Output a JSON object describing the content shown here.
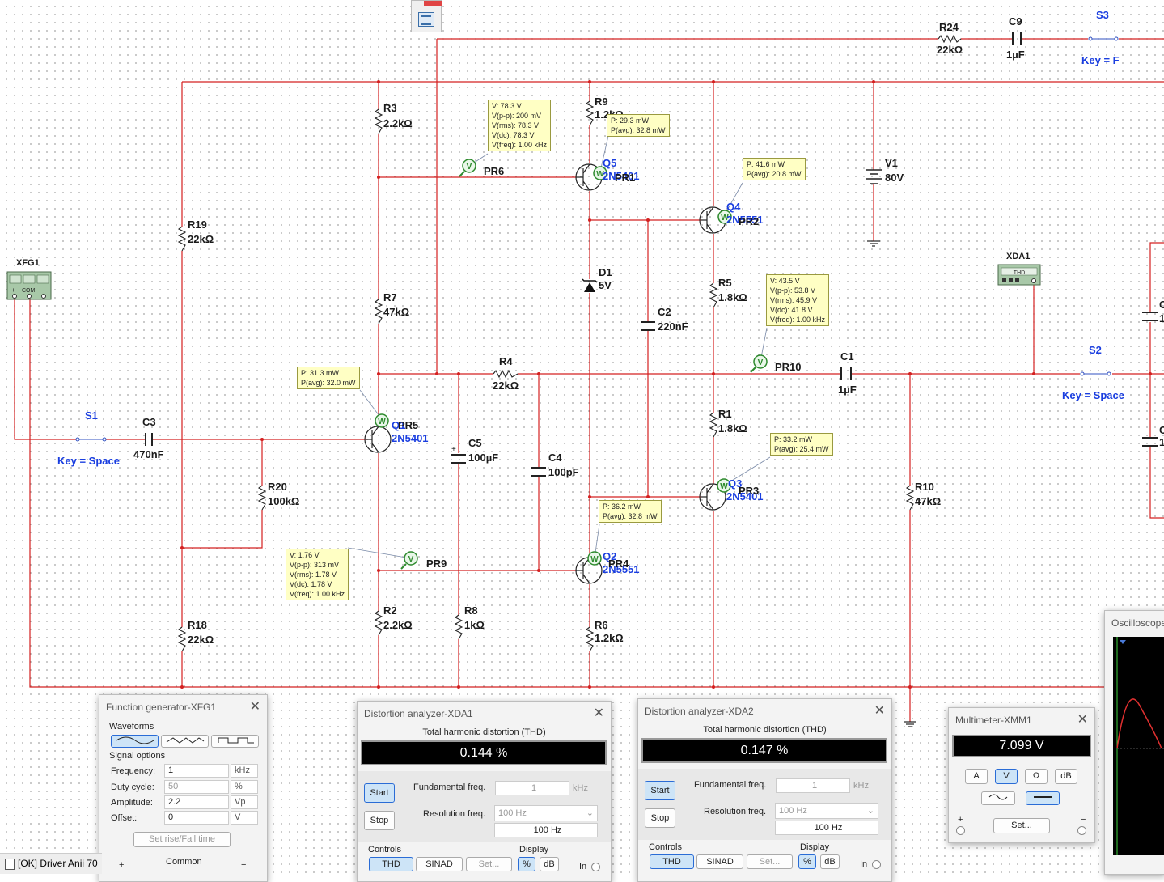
{
  "components": {
    "resistors": [
      {
        "ref": "R24",
        "value": "22kΩ"
      },
      {
        "ref": "R3",
        "value": "2.2kΩ"
      },
      {
        "ref": "R9",
        "value": "1.2kΩ"
      },
      {
        "ref": "R19",
        "value": "22kΩ"
      },
      {
        "ref": "R7",
        "value": "47kΩ"
      },
      {
        "ref": "R5",
        "value": "1.8kΩ"
      },
      {
        "ref": "R4",
        "value": "22kΩ"
      },
      {
        "ref": "R1",
        "value": "1.8kΩ"
      },
      {
        "ref": "R20",
        "value": "100kΩ"
      },
      {
        "ref": "R10",
        "value": "47kΩ"
      },
      {
        "ref": "R18",
        "value": "22kΩ"
      },
      {
        "ref": "R2",
        "value": "2.2kΩ"
      },
      {
        "ref": "R8",
        "value": "1kΩ"
      },
      {
        "ref": "R6",
        "value": "1.2kΩ"
      }
    ],
    "capacitors": [
      {
        "ref": "C9",
        "value": "1µF"
      },
      {
        "ref": "C2",
        "value": "220nF"
      },
      {
        "ref": "C1",
        "value": "1µF"
      },
      {
        "ref": "C3",
        "value": "470nF"
      },
      {
        "ref": "C5",
        "value": "100µF"
      },
      {
        "ref": "C4",
        "value": "100pF"
      },
      {
        "ref": "C",
        "value": "1"
      }
    ],
    "transistors": [
      {
        "ref": "Q5",
        "model": "2N5401",
        "probe": "PR1"
      },
      {
        "ref": "Q4",
        "model": "2N5551",
        "probe": "PR2"
      },
      {
        "ref": "Q1",
        "model": "2N5401",
        "probe": "PR5"
      },
      {
        "ref": "Q3",
        "model": "2N5401",
        "probe": "PR3"
      },
      {
        "ref": "Q2",
        "model": "2N5551",
        "probe": "PR4"
      }
    ],
    "diode": {
      "ref": "D1",
      "value": "5V"
    },
    "source": {
      "ref": "V1",
      "value": "80V"
    },
    "switches": [
      {
        "ref": "S3",
        "key": "Key = F"
      },
      {
        "ref": "S2",
        "key": "Key = Space"
      },
      {
        "ref": "S1",
        "key": "Key = Space"
      }
    ],
    "voltage_probes": [
      "PR6",
      "PR10",
      "PR9"
    ],
    "instruments": {
      "fgen": "XFG1",
      "fgen_com": "COM",
      "thd": "XDA1",
      "thd_label": "THD"
    }
  },
  "probes": {
    "pr6": [
      "V: 78.3 V",
      "V(p-p): 200 mV",
      "V(rms): 78.3 V",
      "V(dc): 78.3 V",
      "V(freq): 1.00 kHz"
    ],
    "pr1": [
      "P: 29.3 mW",
      "P(avg): 32.8 mW"
    ],
    "pr2": [
      "P: 41.6 mW",
      "P(avg): 20.8 mW"
    ],
    "pr10": [
      "V: 43.5 V",
      "V(p-p): 53.8 V",
      "V(rms): 45.9 V",
      "V(dc): 41.8 V",
      "V(freq): 1.00 kHz"
    ],
    "pr5": [
      "P: 31.3 mW",
      "P(avg): 32.0 mW"
    ],
    "pr3": [
      "P: 33.2 mW",
      "P(avg): 25.4 mW"
    ],
    "pr4": [
      "P: 36.2 mW",
      "P(avg): 32.8 mW"
    ],
    "pr9": [
      "V: 1.76 V",
      "V(p-p): 313 mV",
      "V(rms): 1.78 V",
      "V(dc): 1.78 V",
      "V(freq): 1.00 kHz"
    ]
  },
  "fgen": {
    "title": "Function generator-XFG1",
    "waveforms_label": "Waveforms",
    "signal_options_label": "Signal options",
    "frequency_label": "Frequency:",
    "frequency_value": "1",
    "frequency_unit": "kHz",
    "duty_label": "Duty cycle:",
    "duty_value": "50",
    "duty_unit": "%",
    "amplitude_label": "Amplitude:",
    "amplitude_value": "2.2",
    "amplitude_unit": "Vp",
    "offset_label": "Offset:",
    "offset_value": "0",
    "offset_unit": "V",
    "rise_fall_label": "Set rise/Fall time",
    "common_label": "Common",
    "plus": "+",
    "minus": "−"
  },
  "xda1": {
    "title": "Distortion analyzer-XDA1",
    "thd_heading": "Total harmonic distortion (THD)",
    "reading": "0.144 %",
    "start": "Start",
    "stop": "Stop",
    "fund_label": "Fundamental freq.",
    "fund_value": "1",
    "fund_unit": "kHz",
    "res_label": "Resolution freq.",
    "res_select": "100 Hz",
    "res_value": "100 Hz",
    "controls_label": "Controls",
    "thd_btn": "THD",
    "sinad_btn": "SINAD",
    "set_btn": "Set...",
    "display_label": "Display",
    "pct_btn": "%",
    "db_btn": "dB",
    "in_label": "In"
  },
  "xda2": {
    "title": "Distortion analyzer-XDA2",
    "thd_heading": "Total harmonic distortion (THD)",
    "reading": "0.147 %",
    "start": "Start",
    "stop": "Stop",
    "fund_label": "Fundamental freq.",
    "fund_value": "1",
    "fund_unit": "kHz",
    "res_label": "Resolution freq.",
    "res_select": "100 Hz",
    "res_value": "100 Hz",
    "controls_label": "Controls",
    "thd_btn": "THD",
    "sinad_btn": "SINAD",
    "set_btn": "Set...",
    "display_label": "Display",
    "pct_btn": "%",
    "db_btn": "dB",
    "in_label": "In"
  },
  "xmm1": {
    "title": "Multimeter-XMM1",
    "reading": "7.099 V",
    "a_btn": "A",
    "v_btn": "V",
    "ohm_btn": "Ω",
    "db_btn": "dB",
    "set_btn": "Set...",
    "plus": "+",
    "minus": "−"
  },
  "scope": {
    "title": "Oscilloscope"
  },
  "taskbar": {
    "label": "[OK] Driver Anii 70"
  },
  "colors": {
    "wire": "#d42020",
    "part_label": "#1a3ee0",
    "probe_bg": "#ffffc4",
    "accent": "#2a6cd6"
  }
}
